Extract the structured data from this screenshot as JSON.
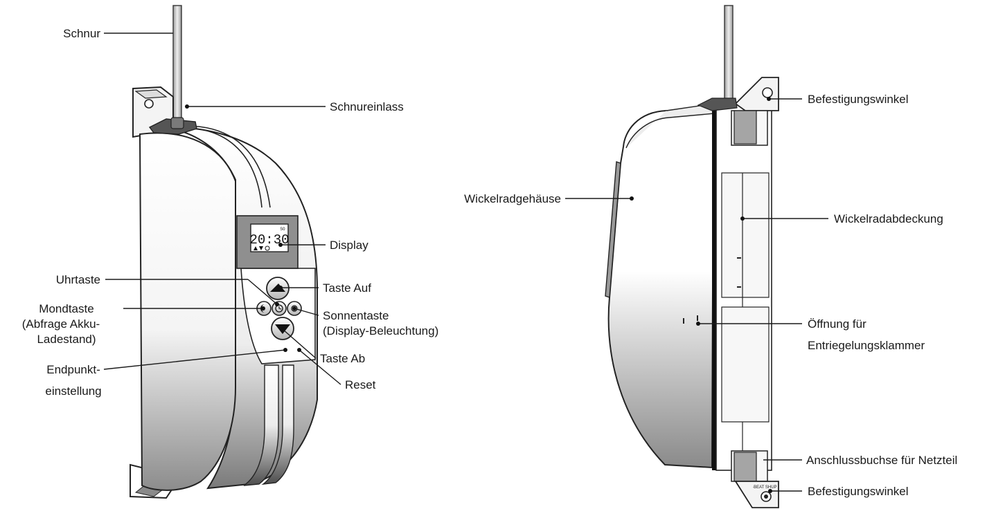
{
  "left_device": {
    "display": {
      "time": "20:30",
      "indicator": "SO"
    },
    "labels": {
      "schnur": "Schnur",
      "schnureinlass": "Schnureinlass",
      "display": "Display",
      "uhrtaste": "Uhrtaste",
      "taste_auf": "Taste Auf",
      "mondtaste_1": "Mondtaste",
      "mondtaste_2": "(Abfrage Akku-",
      "mondtaste_3": "Ladestand)",
      "sonnentaste_1": "Sonnentaste",
      "sonnentaste_2": "(Display-Beleuchtung)",
      "endpunkt_1": "Endpunkt-",
      "endpunkt_2": "einstellung",
      "taste_ab": "Taste Ab",
      "reset": "Reset"
    }
  },
  "right_device": {
    "bracket_text": "∙BEAT SHUP",
    "labels": {
      "befestigungswinkel_oben": "Befestigungswinkel",
      "wickelradgehaeuse": "Wickelradgehäuse",
      "wickelradabdeckung": "Wickelradabdeckung",
      "oeffnung_1": "Öffnung für",
      "oeffnung_2": "Entriegelungsklammer",
      "anschlussbuchse": "Anschlussbuchse für Netzteil",
      "befestigungswinkel_unten": "Befestigungswinkel"
    }
  }
}
